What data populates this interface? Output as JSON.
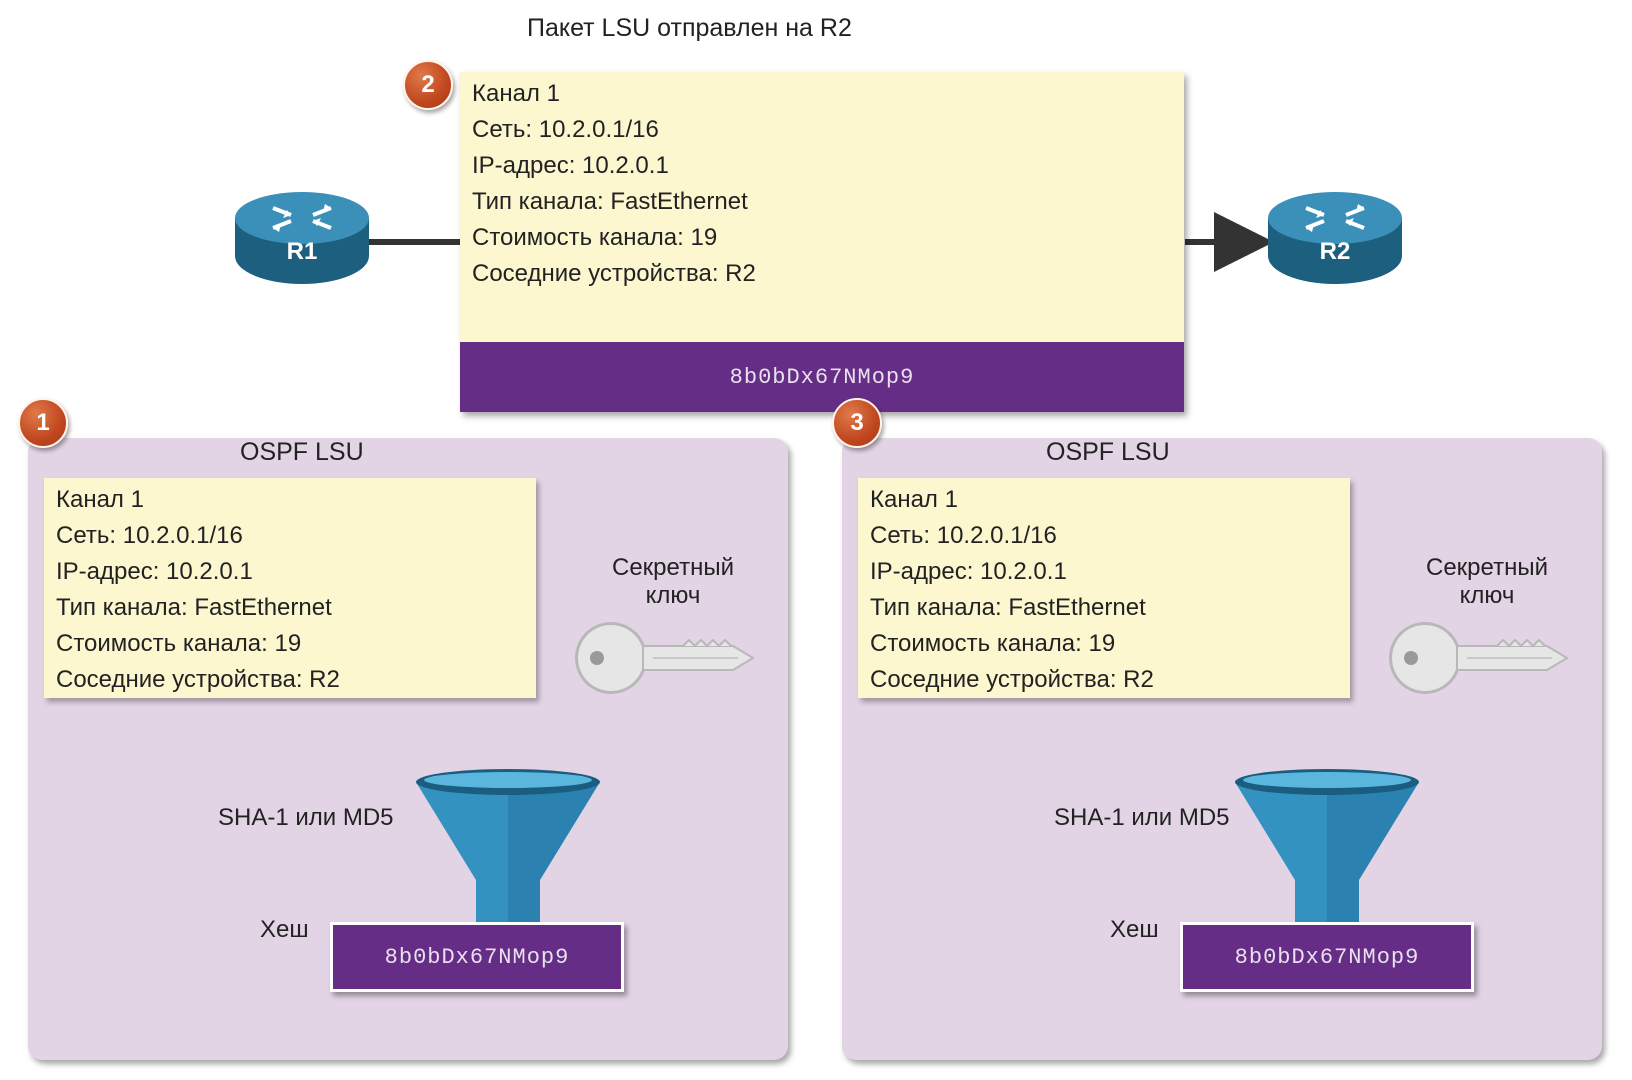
{
  "title": "Пакет LSU отправлен на R2",
  "routers": {
    "r1": "R1",
    "r2": "R2"
  },
  "steps": {
    "one": "1",
    "two": "2",
    "three": "3"
  },
  "packet": {
    "lines": [
      "Канал 1",
      "Сеть: 10.2.0.1/16",
      "IP-адрес: 10.2.0.1",
      "Тип канала: FastEthernet",
      "Стоимость канала: 19",
      "Соседние устройства: R2"
    ],
    "hash": "8b0bDx67NMop9"
  },
  "panel_left": {
    "title": "OSPF LSU",
    "lines": [
      "Канал 1",
      "Сеть: 10.2.0.1/16",
      "IP-адрес: 10.2.0.1",
      "Тип канала: FastEthernet",
      "Стоимость канала: 19",
      "Соседние устройства: R2"
    ],
    "key_label_1": "Секретный",
    "key_label_2": "ключ",
    "algo": "SHA-1 или MD5",
    "hash_label": "Хеш",
    "hash": "8b0bDx67NMop9"
  },
  "panel_right": {
    "title": "OSPF LSU",
    "lines": [
      "Канал 1",
      "Сеть: 10.2.0.1/16",
      "IP-адрес: 10.2.0.1",
      "Тип канала: FastEthernet",
      "Стоимость канала: 19",
      "Соседние устройства: R2"
    ],
    "key_label_1": "Секретный",
    "key_label_2": "ключ",
    "algo": "SHA-1 или MD5",
    "hash_label": "Хеш",
    "hash": "8b0bDx67NMop9"
  },
  "colors": {
    "panel_bg": "#e2d4e5",
    "info_bg": "#fdf7d0",
    "hash_bg": "#652d85",
    "arrow": "#f07c28",
    "badge": "#c0471f",
    "router": "#1f6f94"
  },
  "icons": [
    "router-icon",
    "key-icon",
    "funnel-icon",
    "arrow-icon"
  ]
}
